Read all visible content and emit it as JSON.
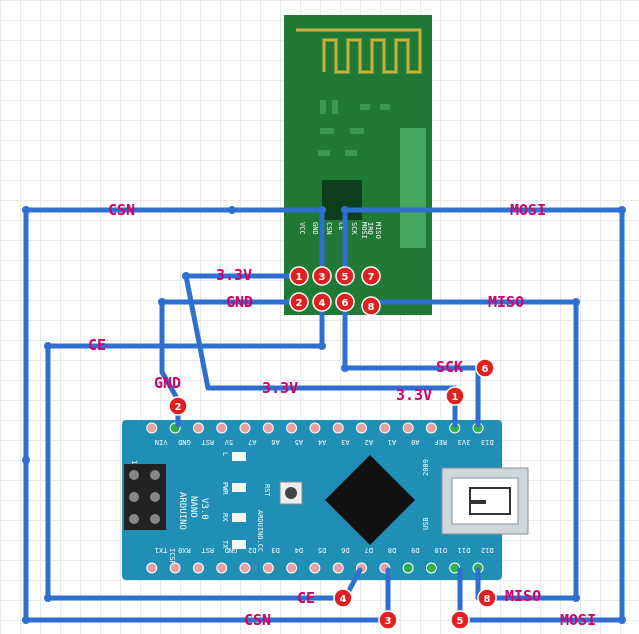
{
  "module": {
    "pins_top": [
      "VCC",
      "GND",
      "CSN",
      "CE",
      "SCK",
      "MOSI",
      "IRQ",
      "MISO"
    ]
  },
  "wire_labels": {
    "csn_top": "CSN",
    "mosi_top": "MOSI",
    "v33_upper": "3.3V",
    "gnd_upper": "GND",
    "miso_right": "MISO",
    "ce_left": "CE",
    "gnd_left": "GND",
    "v33_mid": "3.3V",
    "v33_right": "3.3V",
    "sck": "SCK",
    "ce_bottom": "CE",
    "miso_bottom": "MISO",
    "csn_bottom": "CSN",
    "mosi_bottom": "MOSI"
  },
  "badges": {
    "m1": "1",
    "m2": "2",
    "m3": "3",
    "m4": "4",
    "m5": "5",
    "m6": "6",
    "m7": "7",
    "m8": "8",
    "b_gnd": "2",
    "b_33v": "1",
    "b_sck": "6",
    "b_ce": "4",
    "b_csn": "3",
    "b_mosi": "5",
    "b_miso": "8"
  },
  "board": {
    "top_pins": [
      "D13",
      "3V3",
      "REF",
      "A0",
      "A1",
      "A2",
      "A3",
      "A4",
      "A5",
      "A6",
      "A7",
      "5V",
      "RST",
      "GND",
      "VIN"
    ],
    "bottom_pins": [
      "D12",
      "D11",
      "D10",
      "D9",
      "D8",
      "D7",
      "D6",
      "D5",
      "D4",
      "D3",
      "D2",
      "GND",
      "RST",
      "RX0",
      "TX1"
    ],
    "name_line1": "ARDUINO",
    "name_line2": "NANO",
    "name_line3": "V3.0",
    "site": "ARDUINO.CC",
    "year": "2009",
    "usb": "USB",
    "icsp": "ICSP",
    "header_num": "1",
    "led_labels": [
      "L",
      "PWR",
      "RX",
      "TX"
    ],
    "rst_label": "RST"
  },
  "colors": {
    "wire": "#2f6fd0",
    "badge": "#e02020",
    "label": "#d6006a",
    "board": "#1f8fb6",
    "module": "#1f7a35"
  }
}
